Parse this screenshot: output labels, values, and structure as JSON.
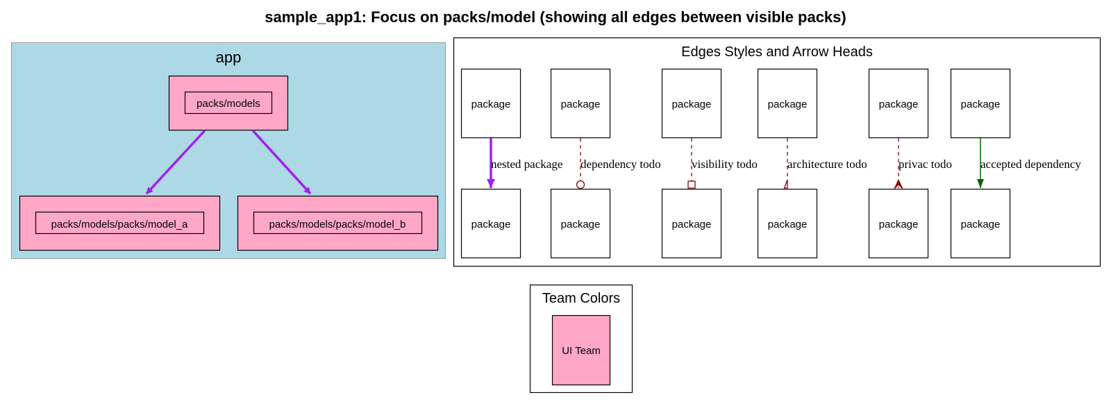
{
  "title": "sample_app1: Focus on packs/model (showing all edges between visible packs)",
  "colors": {
    "app_cluster_fill": "#add8e6",
    "team_pink": "#ffa7c7",
    "nested_edge": "#a020f0",
    "todo_edge": "#8b0000",
    "accepted_edge": "#006400"
  },
  "app_cluster": {
    "label": "app",
    "root_pack": "packs/models",
    "children": [
      "packs/models/packs/model_a",
      "packs/models/packs/model_b"
    ]
  },
  "legend": {
    "title": "Edges Styles and Arrow Heads",
    "node_label": "package",
    "edges": [
      {
        "label": "nested package",
        "style": "solid-bold",
        "arrow": "normal-filled",
        "color": "purple"
      },
      {
        "label": "dependency todo",
        "style": "dashed",
        "arrow": "odot",
        "color": "darkred"
      },
      {
        "label": "visibility todo",
        "style": "dashed",
        "arrow": "obox",
        "color": "darkred"
      },
      {
        "label": "architecture todo",
        "style": "dashed",
        "arrow": "lnormal-open",
        "color": "darkred"
      },
      {
        "label": "privac todo",
        "style": "dashed",
        "arrow": "crow",
        "color": "darkred"
      },
      {
        "label": "accepted dependency",
        "style": "solid",
        "arrow": "normal-filled",
        "color": "darkgreen"
      }
    ]
  },
  "team_colors": {
    "title": "Team Colors",
    "teams": [
      {
        "name": "UI Team",
        "color": "#ffa7c7"
      }
    ]
  }
}
